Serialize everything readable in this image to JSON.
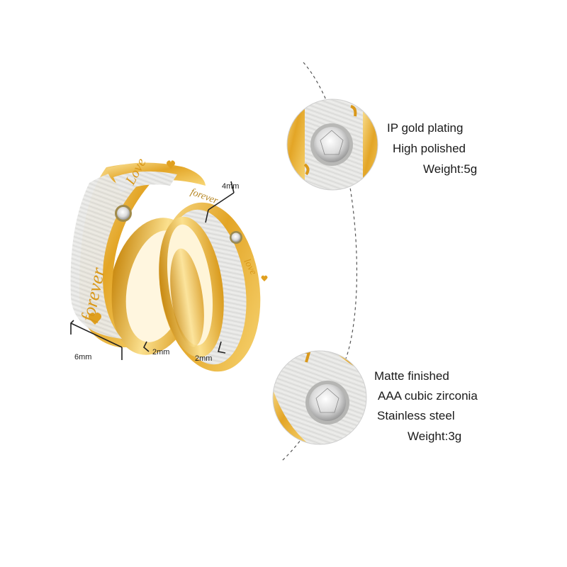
{
  "dimensions": {
    "large_ring_width": "6mm",
    "large_ring_thickness": "2mm",
    "small_ring_width": "4mm",
    "small_ring_thickness": "2mm"
  },
  "engravings": {
    "large_ring": [
      "forever",
      "Love"
    ],
    "small_ring": [
      "forever",
      "love"
    ]
  },
  "top_detail": {
    "lines": [
      "IP gold plating",
      "High polished",
      "Weight:5g"
    ]
  },
  "bottom_detail": {
    "lines": [
      "Matte finished",
      "AAA cubic zirconia",
      "Stainless steel",
      "Weight:3g"
    ]
  },
  "colors": {
    "gold": "#e3a526",
    "gold_light": "#f6d37a",
    "silver": "#e4e4e2",
    "silver_dark": "#b9b9b7",
    "dashed_line": "#555555"
  }
}
